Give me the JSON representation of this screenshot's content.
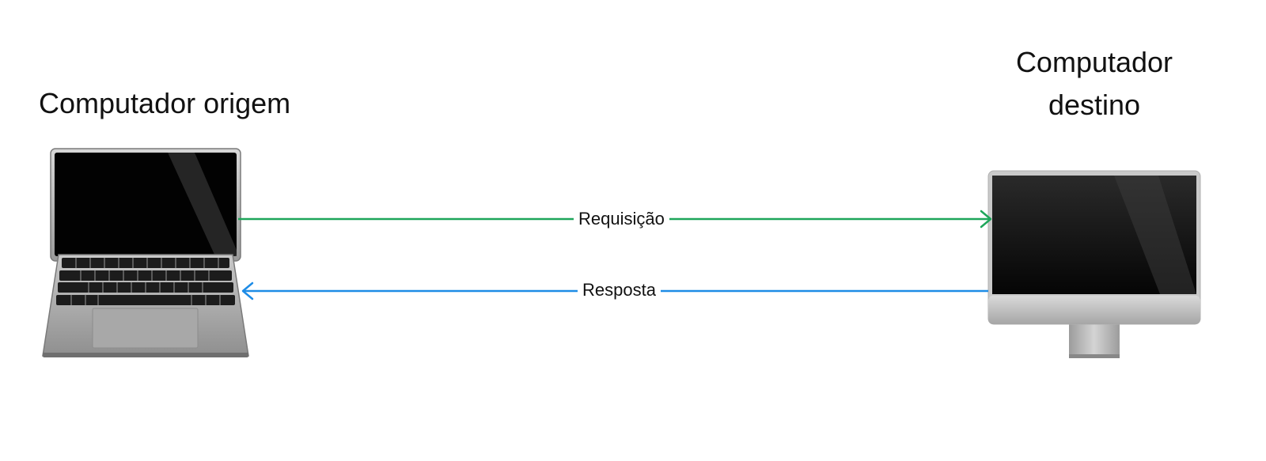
{
  "source": {
    "title": "Computador origem"
  },
  "destination": {
    "title_line1": "Computador",
    "title_line2": "destino"
  },
  "arrows": {
    "request": {
      "label": "Requisição",
      "color": "#1ea65a"
    },
    "response": {
      "label": "Resposta",
      "color": "#1e8ce6"
    }
  },
  "icons": {
    "source": "laptop-icon",
    "destination": "desktop-monitor-icon"
  }
}
